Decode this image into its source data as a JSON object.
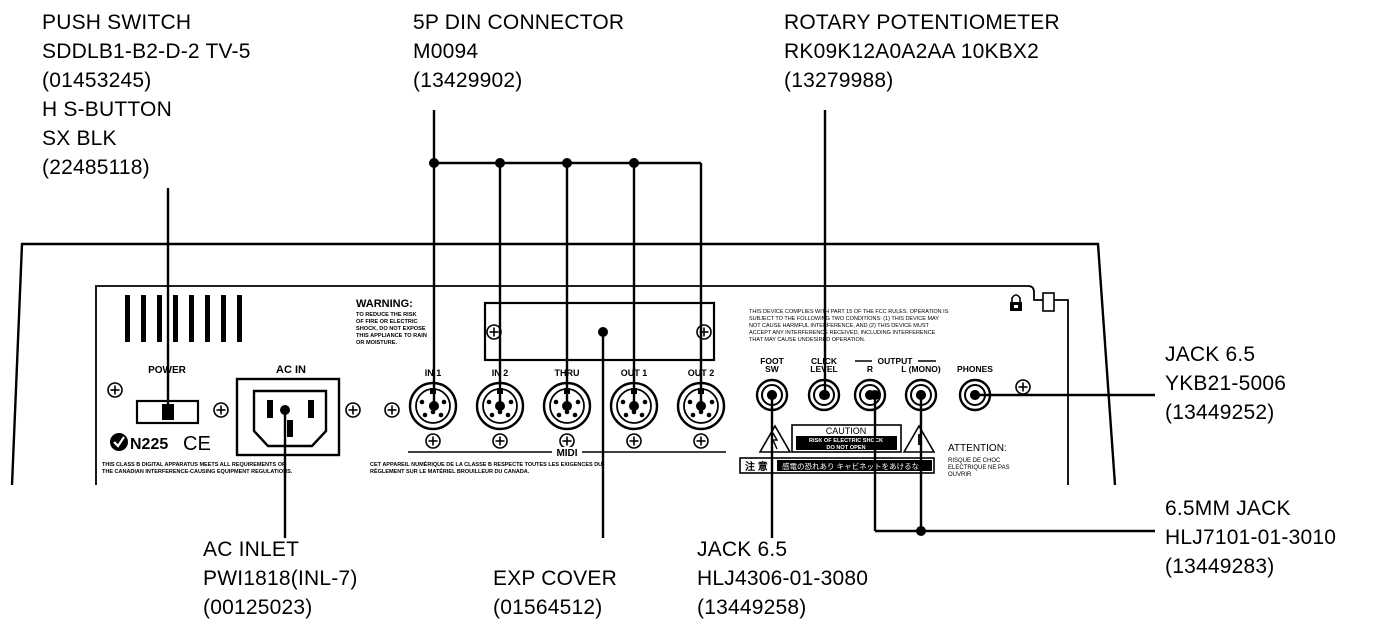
{
  "callouts": {
    "push_switch": [
      "PUSH  SWITCH",
      "SDDLB1-B2-D-2 TV-5",
      "(01453245)",
      "H S-BUTTON",
      "SX BLK",
      "(22485118)"
    ],
    "din": [
      "5P DIN CONNECTOR",
      "M0094",
      "(13429902)"
    ],
    "rotary": [
      "ROTARY POTENTIOMETER",
      "RK09K12A0A2AA 10KBX2",
      "(13279988)"
    ],
    "jack_phones": [
      "JACK 6.5",
      "YKB21-5006",
      "(13449252)"
    ],
    "jack_output": [
      "6.5MM JACK",
      "HLJ7101-01-3010",
      "(13449283)"
    ],
    "ac_inlet": [
      "AC INLET",
      "PWI1818(INL-7)",
      "(00125023)"
    ],
    "exp_cover": [
      "EXP COVER",
      "(01564512)"
    ],
    "jack_foot": [
      "JACK 6.5",
      "HLJ4306-01-3080",
      "(13449258)"
    ]
  },
  "panel": {
    "power": "POWER",
    "ac_in": "AC IN",
    "warning_title": "WARNING:",
    "warning_lines": [
      "TO REDUCE THE RISK",
      "OF FIRE OR ELECTRIC",
      "SHOCK, DO NOT EXPOSE",
      "THIS APPLIANCE TO RAIN",
      "OR MOISTURE."
    ],
    "midi_ports": [
      "IN 1",
      "IN 2",
      "THRU",
      "OUT 1",
      "OUT 2"
    ],
    "midi": "MIDI",
    "cert_mark": "N225",
    "ce": "CE",
    "class_b_en": [
      "THIS CLASS B DIGITAL APPARATUS MEETS ALL REQUIREMENTS OF",
      "THE CANADIAN INTERFERENCE-CAUSING EQUIPMENT REGULATIONS."
    ],
    "class_b_fr": [
      "CET APPAREIL NUMÉRIQUE DE LA CLASSE B RESPECTE TOUTES LES EXIGENCES DU",
      "RÈGLEMENT SUR LE MATÉRIEL BROUILLEUR DU CANADA."
    ],
    "fcc_lines": [
      "THIS DEVICE COMPLIES WITH PART 15 OF THE FCC RULES. OPERATION IS",
      "SUBJECT TO THE FOLLOWING TWO CONDITIONS: (1) THIS DEVICE MAY",
      "NOT CAUSE HARMFUL INTERFERENCE, AND (2) THIS DEVICE MUST",
      "ACCEPT ANY INTERFERENCE RECEIVED, INCLUDING INTERFERENCE",
      "THAT MAY CAUSE UNDESIRED OPERATION."
    ],
    "foot_sw": [
      "FOOT",
      "SW"
    ],
    "click_level": [
      "CLICK",
      "LEVEL"
    ],
    "output": "OUTPUT",
    "out_r": "R",
    "out_l": "L (MONO)",
    "phones": "PHONES",
    "caution": "CAUTION",
    "caution_sub": [
      "RISK OF ELECTRIC SHOCK",
      "DO NOT OPEN"
    ],
    "jp_prefix": "注 意",
    "jp_text": "感電の恐れあり キャビネットをあけるな",
    "attention": "ATTENTION:",
    "attention_lines": [
      "RISQUE DE CHOC",
      "ELECTRIQUE NE PAS",
      "OUVRIR"
    ]
  }
}
